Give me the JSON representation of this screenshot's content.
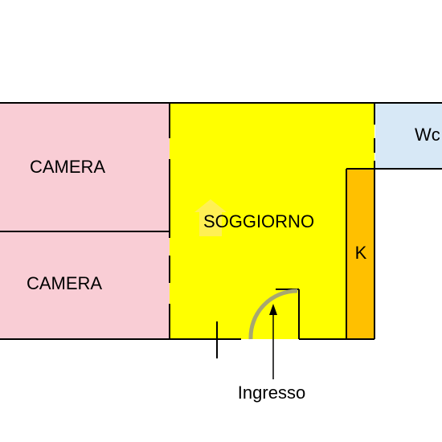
{
  "rooms": {
    "camera_top": {
      "label": "CAMERA",
      "color": "#f9cdd5"
    },
    "camera_bottom": {
      "label": "CAMERA",
      "color": "#f9cdd5"
    },
    "soggiorno": {
      "label": "SOGGIORNO",
      "color": "#ffff00"
    },
    "kitchen": {
      "label": "K",
      "color": "#ffc000"
    },
    "wc": {
      "label": "Wc",
      "color": "#d7e8f6"
    }
  },
  "entrance": {
    "label": "Ingresso"
  },
  "colors": {
    "wall": "#000000",
    "door_arc": "#a7a771",
    "watermark": "#ffed6a"
  },
  "icons": {
    "watermark": "house-watermark-icon"
  }
}
